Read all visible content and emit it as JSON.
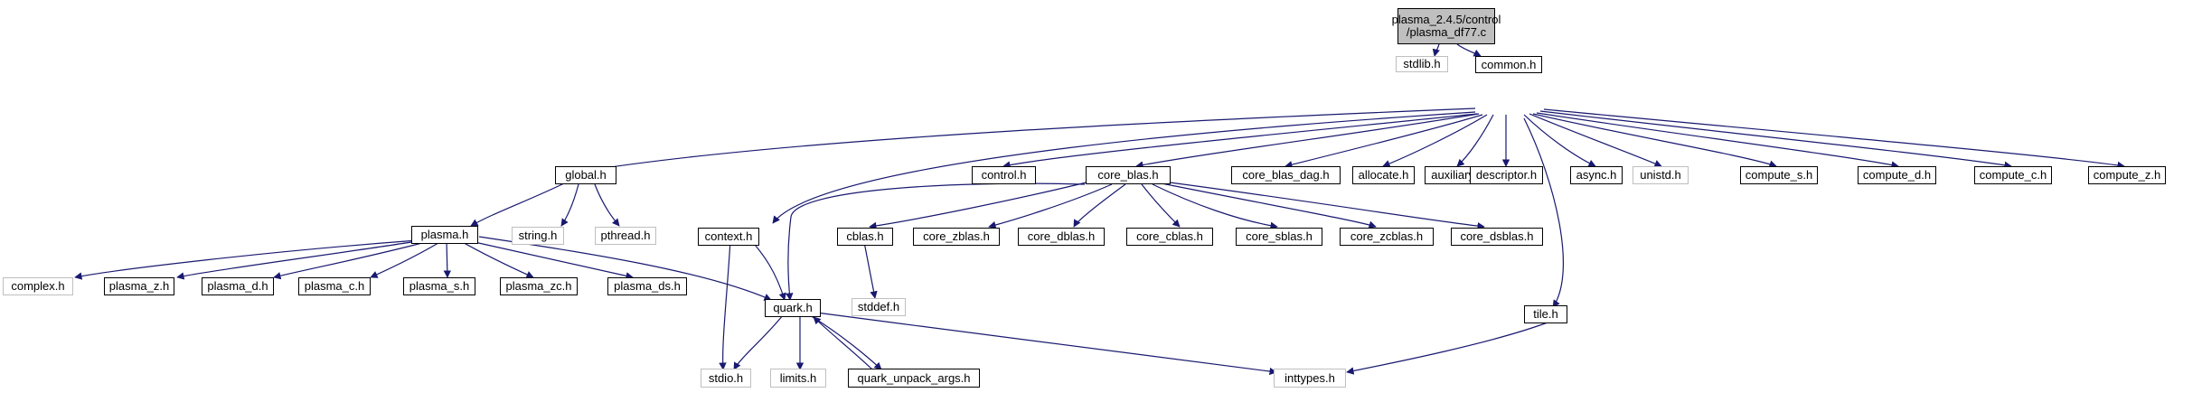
{
  "graph": {
    "title": "",
    "nodes": {
      "root": {
        "line1": "plasma_2.4.5/control",
        "line2": "/plasma_df77.c"
      },
      "stdlib_h": "stdlib.h",
      "common_h": "common.h",
      "global_h": "global.h",
      "context_h": "context.h",
      "control_h": "control.h",
      "core_blas_h": "core_blas.h",
      "core_blas_dag_h": "core_blas_dag.h",
      "allocate_h": "allocate.h",
      "auxiliary_h": "auxiliary.h",
      "descriptor_h": "descriptor.h",
      "async_h": "async.h",
      "unistd_h": "unistd.h",
      "compute_s_h": "compute_s.h",
      "compute_d_h": "compute_d.h",
      "compute_c_h": "compute_c.h",
      "compute_z_h": "compute_z.h",
      "plasma_h": "plasma.h",
      "string_h": "string.h",
      "pthread_h": "pthread.h",
      "complex_h": "complex.h",
      "plasma_z_h": "plasma_z.h",
      "plasma_d_h": "plasma_d.h",
      "plasma_c_h": "plasma_c.h",
      "plasma_s_h": "plasma_s.h",
      "plasma_zc_h": "plasma_zc.h",
      "plasma_ds_h": "plasma_ds.h",
      "quark_h": "quark.h",
      "stdio_h": "stdio.h",
      "limits_h": "limits.h",
      "quark_unpack_args_h": "quark_unpack_args.h",
      "cblas_h": "cblas.h",
      "stddef_h": "stddef.h",
      "core_zblas_h": "core_zblas.h",
      "core_dblas_h": "core_dblas.h",
      "core_cblas_h": "core_cblas.h",
      "core_sblas_h": "core_sblas.h",
      "core_zcblas_h": "core_zcblas.h",
      "core_dsblas_h": "core_dsblas.h",
      "tile_h": "tile.h",
      "inttypes_h": "inttypes.h"
    }
  },
  "colors": {
    "edge": "#191970",
    "system_border": "#bfbfbf",
    "root_fill": "#bfbfbf",
    "node_border": "#000000"
  }
}
